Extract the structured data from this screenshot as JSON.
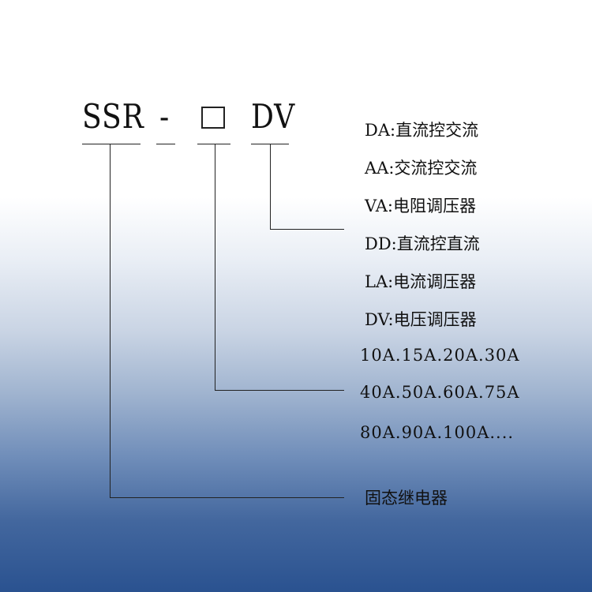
{
  "model_code": {
    "prefix": "SSR",
    "dash": "-",
    "suffix": "DV"
  },
  "options": {
    "suffix": [
      "DA:直流控交流",
      "AA:交流控交流",
      "VA:电阻调压器",
      "DD:直流控直流",
      "LA:电流调压器",
      "DV:电压调压器"
    ],
    "current": [
      "10A.15A.20A.30A",
      "40A.50A.60A.75A",
      "80A.90A.100A...."
    ],
    "prefix": [
      "固态继电器"
    ]
  }
}
